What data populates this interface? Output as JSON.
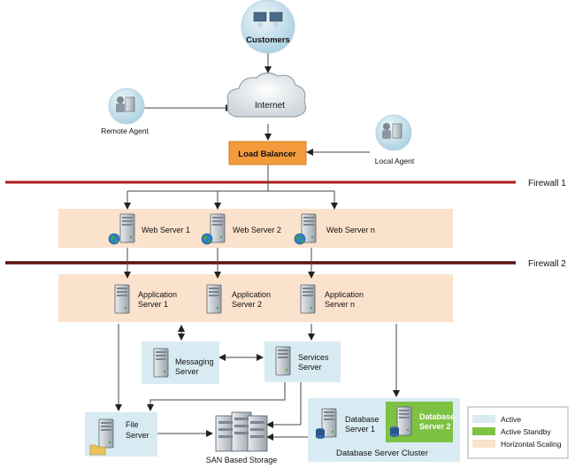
{
  "nodes": {
    "customers": "Customers",
    "internet": "Internet",
    "remote_agent": "Remote Agent",
    "local_agent": "Local Agent",
    "load_balancer": "Load Balancer",
    "web_server_1": "Web Server 1",
    "web_server_2": "Web Server 2",
    "web_server_n": "Web Server n",
    "app_server_1": [
      "Application",
      "Server 1"
    ],
    "app_server_2": [
      "Application",
      "Server 2"
    ],
    "app_server_n": [
      "Application",
      "Server n"
    ],
    "messaging_server": [
      "Messaging",
      "Server"
    ],
    "services_server": [
      "Services",
      "Server"
    ],
    "file_server": [
      "File",
      "Server"
    ],
    "san_storage": "SAN Based Storage",
    "db_server_1": [
      "Database",
      "Server 1"
    ],
    "db_server_2": [
      "Database",
      "Server 2"
    ],
    "db_cluster": "Database Server Cluster"
  },
  "firewalls": {
    "firewall_1": "Firewall 1",
    "firewall_2": "Firewall 2"
  },
  "legend": [
    {
      "label": "Active",
      "color": "#d8ebf3"
    },
    {
      "label": "Active Standby",
      "color": "#7dc242"
    },
    {
      "label": "Horizontal Scaling",
      "color": "#fbe2cc"
    }
  ],
  "colors": {
    "active": "#d8ebf3",
    "active_standby": "#7dc242",
    "horizontal_scaling": "#fbe2cc",
    "load_balancer": "#f29a3c",
    "firewall_1": "#b01c1c",
    "firewall_2": "#5a1010"
  }
}
